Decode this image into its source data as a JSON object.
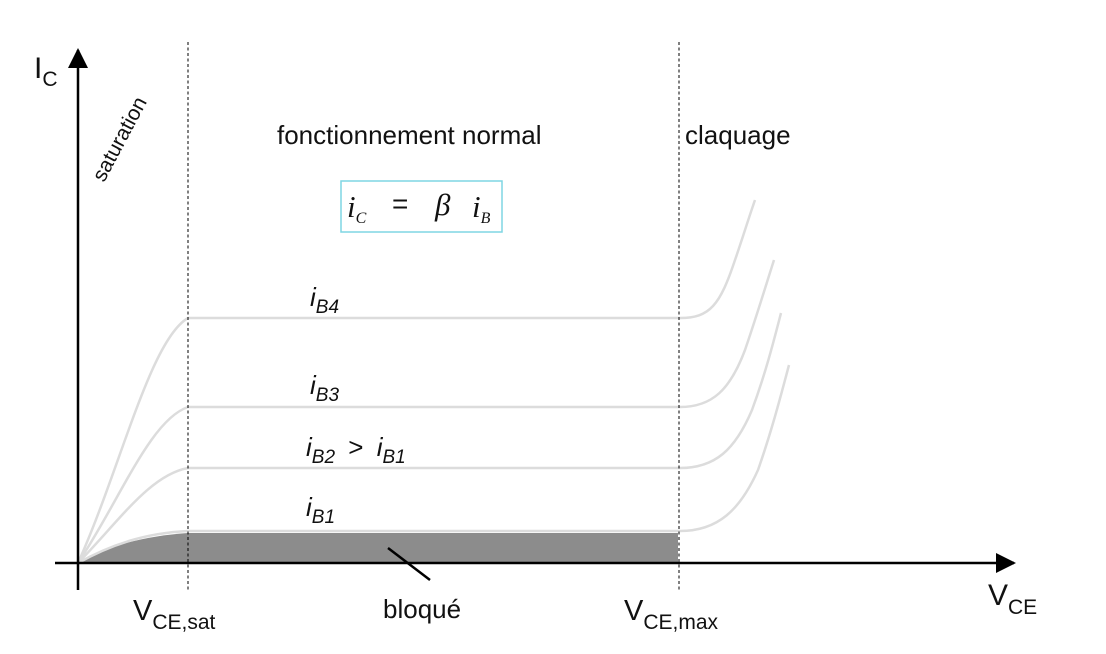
{
  "axes": {
    "y_label": "I",
    "y_label_sub": "C",
    "x_label": "V",
    "x_label_sub": "CE"
  },
  "regions": {
    "saturation": "saturation",
    "normal": "fonctionnement normal",
    "breakdown": "claquage",
    "cutoff": "bloqué"
  },
  "x_ticks": {
    "vce_sat": "V",
    "vce_sat_sub": "CE,sat",
    "vce_max": "V",
    "vce_max_sub": "CE,max"
  },
  "equation": {
    "lhs": "i",
    "lhs_sub": "C",
    "eq": "=",
    "beta": "β",
    "rhs": "i",
    "rhs_sub": "B"
  },
  "curves": [
    {
      "label": "i",
      "sub": "B4",
      "extra": "",
      "extra_i": "",
      "extra_sub": ""
    },
    {
      "label": "i",
      "sub": "B3",
      "extra": "",
      "extra_i": "",
      "extra_sub": ""
    },
    {
      "label": "i",
      "sub": "B2",
      "extra": ">",
      "extra_i": "i",
      "extra_sub": "B1"
    },
    {
      "label": "i",
      "sub": "B1",
      "extra": "",
      "extra_i": "",
      "extra_sub": ""
    }
  ],
  "colors": {
    "curve": "#dcdcdc",
    "cutoff_fill": "#8c8c8c",
    "equation_border": "#7fd6e3",
    "axis": "#000000"
  }
}
